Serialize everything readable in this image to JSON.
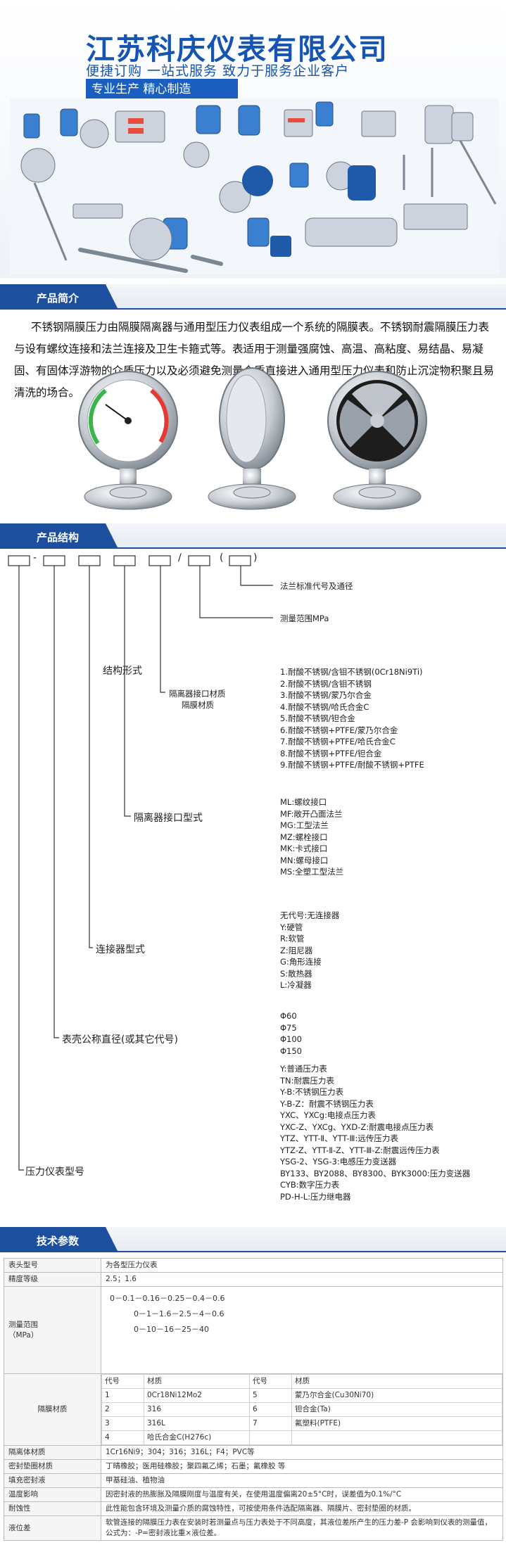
{
  "header": {
    "company": "江苏科庆仪表有限公司",
    "slogan": "便捷订购 一站式服务 致力于服务企业客户",
    "tagline": "专业生产 精心制造"
  },
  "sections": {
    "intro_title": "产品简介",
    "structure_title": "产品结构",
    "tech_title": "技术参数"
  },
  "intro": {
    "text": "不锈钢隔膜压力由隔膜隔离器与通用型压力仪表组成一个系统的隔膜表。不锈钢耐震隔膜压力表与设有螺纹连接和法兰连接及卫生卡箍式等。表适用于测量强腐蚀、高温、高粘度、易结晶、易凝固、有固体浮游物的介质压力以及必须避免测量介质直接进入通用型压力仪表和防止沉淀物积聚且易清洗的场合。"
  },
  "diagram": {
    "dash": "-",
    "slash": "/",
    "paren_open": "(",
    "paren_close": ")",
    "flange_label": "法兰标准代号及通径",
    "range_label": "测量范围MPa",
    "struct_form": "结构形式",
    "iso_material_1": "隔离器接口材质",
    "iso_material_2": "隔膜材质",
    "materials": [
      "1.耐酸不锈钢/含钼不锈钢(0Cr18Ni9Ti)",
      "2.耐酸不锈钢/含钼不锈钢",
      "3.耐酸不锈钢/蒙乃尔合金",
      "4.耐酸不锈钢/哈氏合金C",
      "5.耐酸不锈钢/钽合金",
      "6.耐酸不锈钢+PTFE/蒙乃尔合金",
      "7.耐酸不锈钢+PTFE/哈氏合金C",
      "8.耐酸不锈钢+PTFE/钽合金",
      "9.耐酸不锈钢+PTFE/耐酸不锈钢+PTFE"
    ],
    "iso_interface": "隔离器接口型式",
    "interfaces": [
      "ML:螺纹接口",
      "MF:敞开凸面法兰",
      "MG:工型法兰",
      "MZ:螺栓接口",
      "MK:卡式接口",
      "MN:螺母接口",
      "MS:全塑工型法兰"
    ],
    "connector": "连接器型式",
    "connectors": [
      "无代号:无连接器",
      "Y:硬管",
      "R:软管",
      "Z:阻尼器",
      "G:角形连接",
      "S:散热器",
      "L:冷凝器"
    ],
    "diameter": "表壳公称直径(或其它代号)",
    "diameters": [
      "Φ60",
      "Φ75",
      "Φ100",
      "Φ150"
    ],
    "model": "压力仪表型号",
    "models": [
      "Y:普通压力表",
      "TN:耐震压力表",
      "Y-B:不锈钢压力表",
      "Y-B-Z：耐震不锈钢压力表",
      "YXC、YXCg:电接点压力表",
      "YXC-Z、YXCg、YXD-Z:耐震电接点压力表",
      "YTZ、YTT-Ⅱ、YTT-Ⅲ:远传压力表",
      "YTZ-Z、YTT-Ⅱ-Z、YTT-Ⅲ-Z:耐震远传压力表",
      "YSG-2、YSG-3:电感压力变送器",
      "BY133、BY2088、BY8300、BYK3000:压力变送器",
      "CYB:数字压力表",
      "PD-H-L:压力继电器"
    ]
  },
  "tech": {
    "rows": [
      {
        "k": "表头型号",
        "v": "为各型压力仪表"
      },
      {
        "k": "精度等级",
        "v": "2.5；1.6"
      }
    ],
    "range_key": "测量范围\n（MPa）",
    "ranges": [
      "0－0.1－0.16－0.25－0.4－0.6",
      "0－1－1.6－2.5－4－0.6",
      "0－10－16－25－40"
    ],
    "iso_key": "隔膜材质",
    "iso_head": [
      "代号",
      "材质",
      "代号",
      "材质"
    ],
    "iso_rows": [
      [
        "1",
        "0Cr18Ni12Mo2",
        "5",
        "蒙乃尔合金(Cu30Ni70)"
      ],
      [
        "2",
        "316",
        "6",
        "钽合金(Ta)"
      ],
      [
        "3",
        "316L",
        "7",
        "氟塑料(PTFE)"
      ],
      [
        "4",
        "哈氏合金C(H276c)",
        "",
        ""
      ]
    ],
    "rows2": [
      {
        "k": "隔离体材质",
        "v": "1Cr16Ni9；304；316；316L；F4；PVC等"
      },
      {
        "k": "密封垫圈材质",
        "v": "丁晴橡胶；医用硅橡胶；聚四氟乙烯；石墨；氟橡胶 等"
      },
      {
        "k": "填充密封液",
        "v": "甲基硅油、植物油"
      },
      {
        "k": "温度影响",
        "v": "因密封液的热膨胀及隔膜刚度与温度有关，在使用温度偏离20±5°C时，误差值为0.1%/°C"
      },
      {
        "k": "耐蚀性",
        "v": "此性能包含环境及测量介质的腐蚀特性，可按使用条件选配隔离器、隔膜片、密封垫圈的材质。"
      },
      {
        "k": "液位差",
        "v": "软管连接的隔膜压力表在安装时若测量点与压力表处于不同高度，其液位差所产生的压力差-P 会影响到仪表的测量值，公式为：-P=密封液比重×液位差。"
      }
    ]
  },
  "colors": {
    "brand_blue": "#1554b3",
    "section_blue": "#1c4f9e"
  }
}
